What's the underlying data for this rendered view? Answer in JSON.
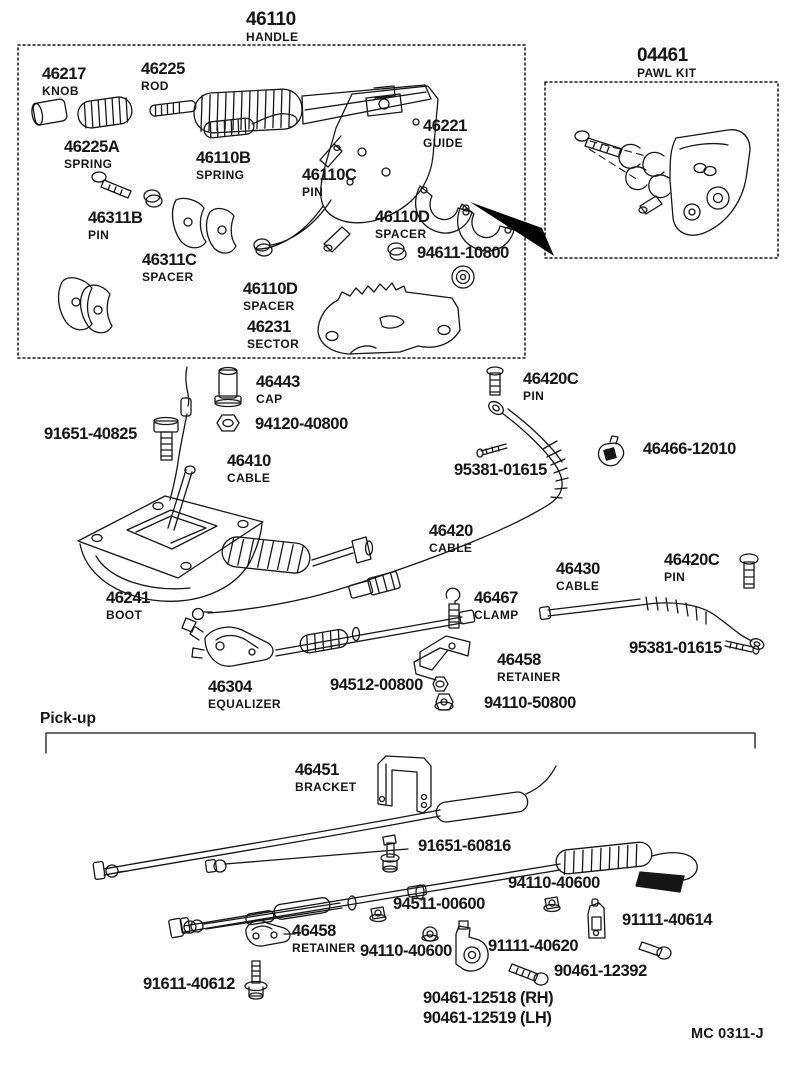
{
  "doc": {
    "code": "MC 0311-J",
    "section_title": "Pick-up"
  },
  "colors": {
    "ink": "#161616",
    "paper": "#ffffff"
  },
  "parts": {
    "handle": {
      "no": "46110",
      "name": "HANDLE"
    },
    "pawl_kit": {
      "no": "04461",
      "name": "PAWL KIT"
    },
    "knob": {
      "no": "46217",
      "name": "KNOB"
    },
    "rod": {
      "no": "46225",
      "name": "ROD"
    },
    "spring_46225a": {
      "no": "46225A",
      "name": "SPRING"
    },
    "spring_46110b": {
      "no": "46110B",
      "name": "SPRING"
    },
    "pin_46110c": {
      "no": "46110C",
      "name": "PIN"
    },
    "guide": {
      "no": "46221",
      "name": "GUIDE"
    },
    "pin_46311b": {
      "no": "46311B",
      "name": "PIN"
    },
    "spacer_46311c": {
      "no": "46311C",
      "name": "SPACER"
    },
    "spacer_46110d_upper": {
      "no": "46110D",
      "name": "SPACER"
    },
    "damper_94611": {
      "no": "94611-10800"
    },
    "spacer_46110d_lower": {
      "no": "46110D",
      "name": "SPACER"
    },
    "sector": {
      "no": "46231",
      "name": "SECTOR"
    },
    "cap": {
      "no": "46443",
      "name": "CAP"
    },
    "nut_94120": {
      "no": "94120-40800"
    },
    "bolt_91651_40825": {
      "no": "91651-40825"
    },
    "cable_46410": {
      "no": "46410",
      "name": "CABLE"
    },
    "boot": {
      "no": "46241",
      "name": "BOOT"
    },
    "pin_46420c_top": {
      "no": "46420C",
      "name": "PIN"
    },
    "pin_95381_left": {
      "no": "95381-01615"
    },
    "clamp_46466": {
      "no": "46466-12010"
    },
    "cable_46420": {
      "no": "46420",
      "name": "CABLE"
    },
    "cable_46430": {
      "no": "46430",
      "name": "CABLE"
    },
    "pin_46420c_right": {
      "no": "46420C",
      "name": "PIN"
    },
    "pin_95381_right": {
      "no": "95381-01615"
    },
    "clamp_46467": {
      "no": "46467",
      "name": "CLAMP"
    },
    "retainer_main": {
      "no": "46458",
      "name": "RETAINER"
    },
    "equalizer": {
      "no": "46304",
      "name": "EQUALIZER"
    },
    "nut_94512": {
      "no": "94512-00800"
    },
    "nut_94110_50800": {
      "no": "94110-50800"
    },
    "bracket_46451": {
      "no": "46451",
      "name": "BRACKET"
    },
    "bolt_91651_60816": {
      "no": "91651-60816"
    },
    "nut_94110_40600_r": {
      "no": "94110-40600"
    },
    "nut_94511_00600": {
      "no": "94511-00600"
    },
    "retainer_pickup": {
      "no": "46458",
      "name": "RETAINER"
    },
    "nut_94110_40600_l": {
      "no": "94110-40600"
    },
    "bolt_91111_40620": {
      "no": "91111-40620"
    },
    "bolt_91111_40614": {
      "no": "91111-40614"
    },
    "latch_90461_12392": {
      "no": "90461-12392"
    },
    "bolt_91611_40612": {
      "no": "91611-40612"
    },
    "lever_rh": {
      "no": "90461-12518 (RH)"
    },
    "lever_lh": {
      "no": "90461-12519 (LH)"
    }
  }
}
